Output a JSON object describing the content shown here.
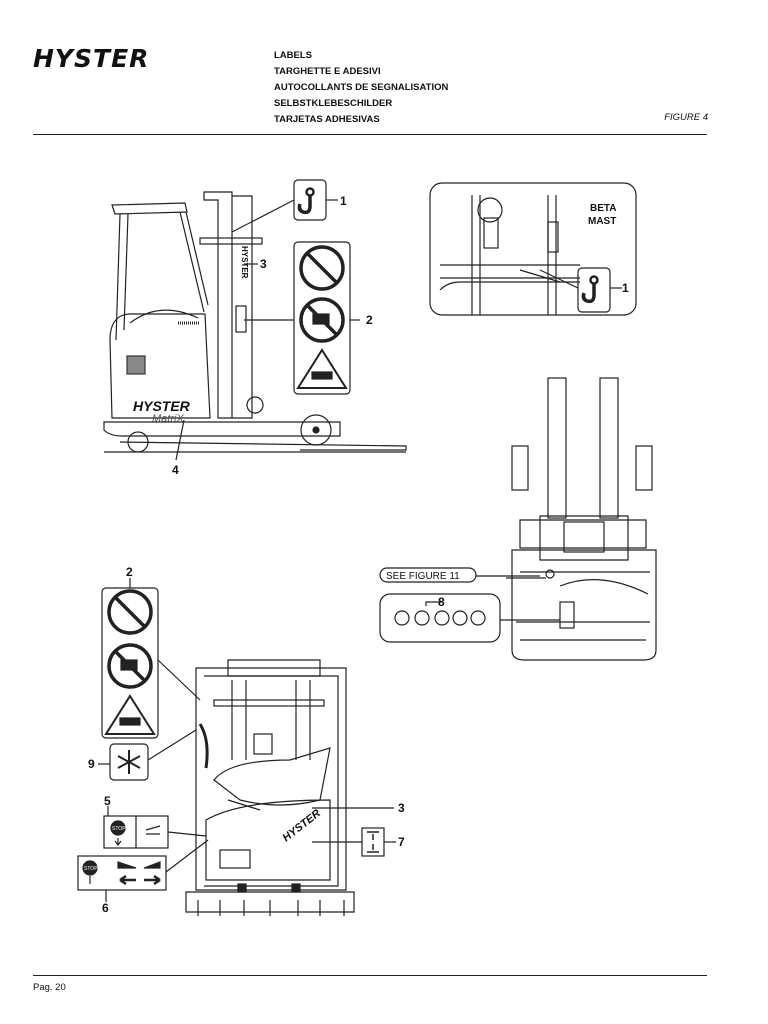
{
  "header": {
    "brand": "HYSTER",
    "titles": [
      "LABELS",
      "TARGHETTE E ADESIVI",
      "AUTOCOLLANTS DE SEGNALISATION",
      "SELBSTKLEBESCHILDER",
      "TARJETAS ADHESIVAS"
    ],
    "figure": "FIGURE 4"
  },
  "footer": {
    "page": "Pag. 20"
  },
  "drawing": {
    "callouts": {
      "c1": "1",
      "c2": "2",
      "c3": "3",
      "c4": "4",
      "c1b": "1",
      "c2b": "2",
      "c9": "9",
      "c5": "5",
      "c6": "6",
      "c3b": "3",
      "c7": "7",
      "c8": "8"
    },
    "beta_mast": [
      "BETA",
      "MAST"
    ],
    "see_figure": "SEE FIGURE 11",
    "truck_brand": "HYSTER",
    "truck_model": "MatriX",
    "rear_brand": "HYSTER",
    "mast_brand": "HYSTER",
    "stop_label": "STOP"
  }
}
